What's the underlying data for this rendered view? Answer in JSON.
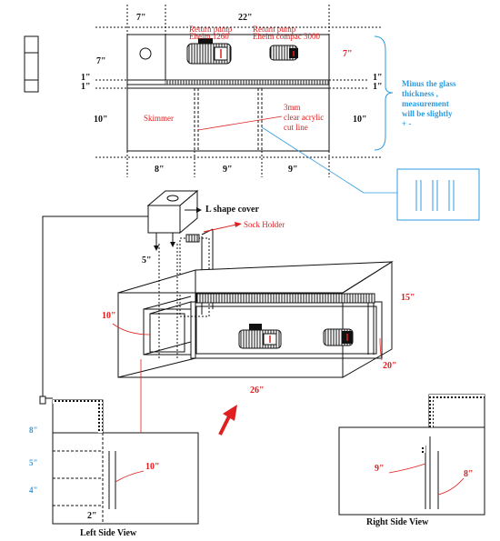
{
  "top_view": {
    "dims_top": [
      "7\"",
      "22\""
    ],
    "dims_bottom": [
      "8\"",
      "9\"",
      "9\""
    ],
    "dims_left": [
      "7\"",
      "1\"",
      "1\"",
      "10\""
    ],
    "dims_right": [
      "7\"",
      "1\"",
      "1\"",
      "10\""
    ],
    "pump1_label": "Return pump",
    "pump1_model": "Eheim 1260",
    "pump2_label": "Return pump",
    "pump2_model": "Eheim compac 3000",
    "skimmer": "Skimmer",
    "acrylic_1": "3mm",
    "acrylic_2": "clear acrylic",
    "acrylic_3": "cut line",
    "note_1": "Minus the glass",
    "note_2": "thickness ,",
    "note_3": "measurement",
    "note_4": "will be slightly",
    "note_5": "+ -"
  },
  "iso_view": {
    "l_cover": "L shape cover",
    "sock_holder": "Sock Holder",
    "dim_5": "5\"",
    "dim_10": "10\"",
    "dim_15": "15\"",
    "dim_20": "20\"",
    "dim_26": "26\""
  },
  "left_view": {
    "title": "Left  Side View",
    "d8": "8\"",
    "d5": "5\"",
    "d4": "4\"",
    "d2": "2\"",
    "d10": "10\""
  },
  "right_view": {
    "title": "Right Side View",
    "d9": "9\"",
    "d8": "8\""
  },
  "colors": {
    "line": "#111111",
    "red": "#e02020",
    "blue": "#2d9be0"
  }
}
